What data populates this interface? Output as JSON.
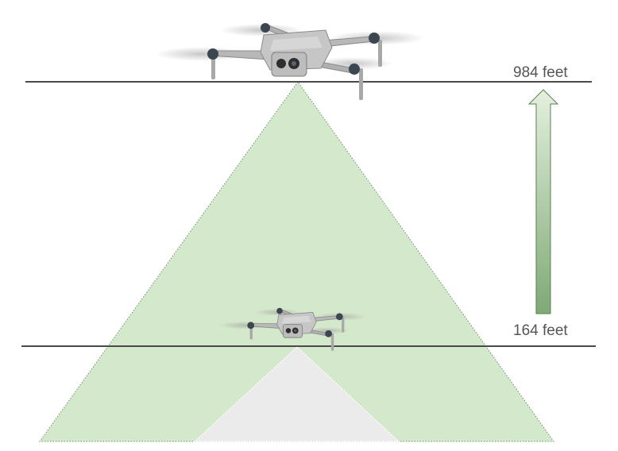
{
  "altitudes": [
    {
      "label": "984 feet",
      "value_ft": 984
    },
    {
      "label": "164 feet",
      "value_ft": 164
    }
  ],
  "drones": [
    {
      "icon": "drone-icon",
      "altitude_ft": 984
    },
    {
      "icon": "drone-icon",
      "altitude_ft": 164
    }
  ],
  "arrow": {
    "icon": "arrow-up-icon",
    "direction": "up"
  },
  "colors": {
    "high_cone_fill": "#d4e8cb",
    "low_cone_fill": "#ebebeb",
    "cone_stroke": "#6f8f6f",
    "altitude_line": "#4a4a4a",
    "arrow_top": "#e4f0de",
    "arrow_bottom": "#7fa976",
    "label_text": "#555555"
  }
}
